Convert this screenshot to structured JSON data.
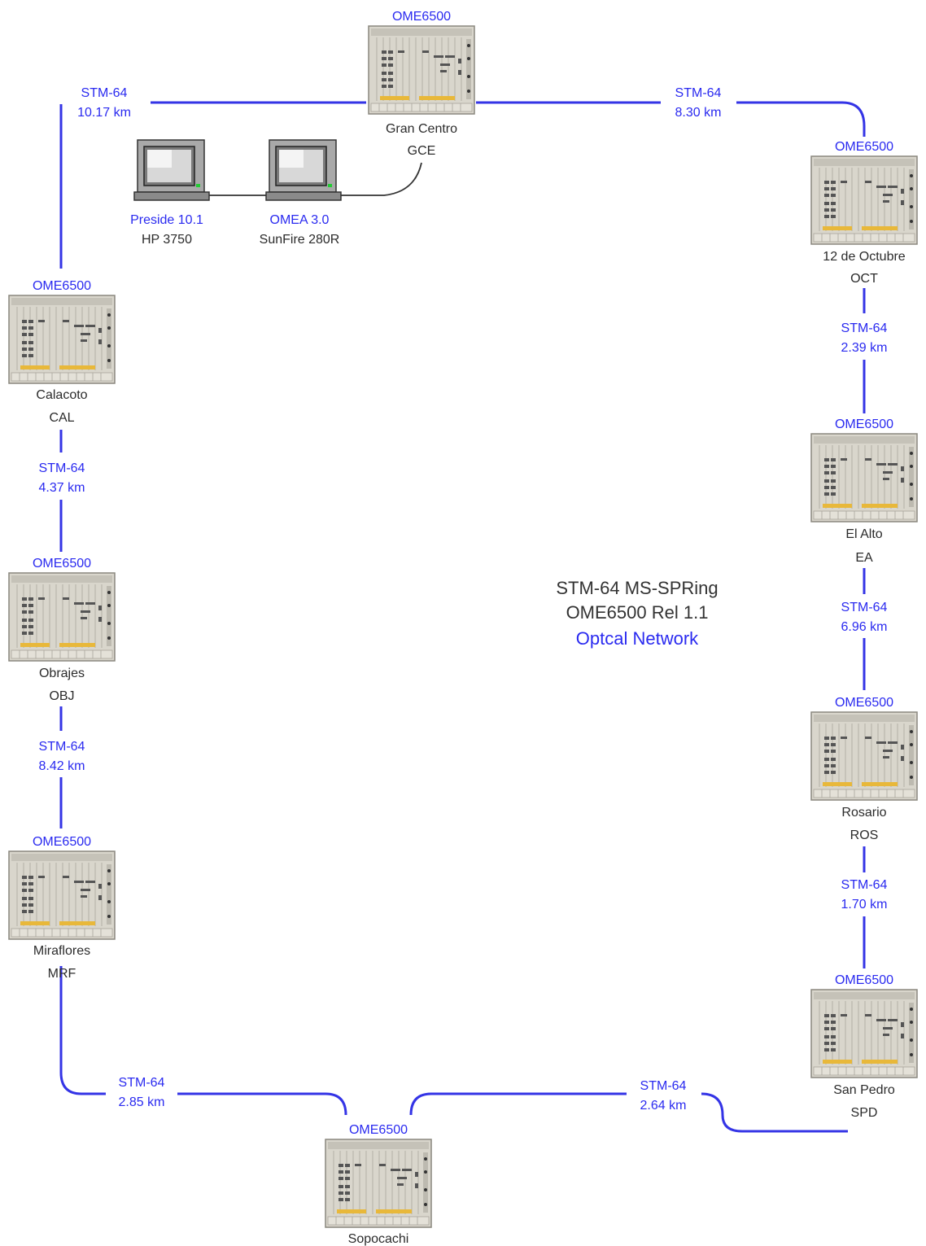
{
  "colors": {
    "link": "#3434e6",
    "label_blue": "#2a2af0",
    "text": "#2b2b2b",
    "chassis": "#d9d6cc",
    "slot_accent": "#e8b83a"
  },
  "title": {
    "line1": "STM-64 MS-SPRing",
    "line2": "OME6500 Rel 1.1",
    "line3": "Optcal Network"
  },
  "nodes": {
    "gce": {
      "model": "OME6500",
      "name": "Gran Centro",
      "code": "GCE"
    },
    "oct": {
      "model": "OME6500",
      "name": "12 de Octubre",
      "code": "OCT"
    },
    "ea": {
      "model": "OME6500",
      "name": "El Alto",
      "code": "EA"
    },
    "ros": {
      "model": "OME6500",
      "name": "Rosario",
      "code": "ROS"
    },
    "spd": {
      "model": "OME6500",
      "name": "San Pedro",
      "code": "SPD"
    },
    "sop": {
      "model": "OME6500",
      "name": "Sopocachi"
    },
    "mrf": {
      "model": "OME6500",
      "name": "Miraflores",
      "code": "MRF"
    },
    "obj": {
      "model": "OME6500",
      "name": "Obrajes",
      "code": "OBJ"
    },
    "cal": {
      "model": "OME6500",
      "name": "Calacoto",
      "code": "CAL"
    }
  },
  "links": {
    "gce_oct": {
      "type": "STM-64",
      "distance": "8.30 km"
    },
    "oct_ea": {
      "type": "STM-64",
      "distance": "2.39 km"
    },
    "ea_ros": {
      "type": "STM-64",
      "distance": "6.96 km"
    },
    "ros_spd": {
      "type": "STM-64",
      "distance": "1.70 km"
    },
    "spd_sop": {
      "type": "STM-64",
      "distance": "2.64 km"
    },
    "sop_mrf": {
      "type": "STM-64",
      "distance": "2.85 km"
    },
    "mrf_obj": {
      "type": "STM-64",
      "distance": "8.42 km"
    },
    "obj_cal": {
      "type": "STM-64",
      "distance": "4.37 km"
    },
    "cal_gce": {
      "type": "STM-64",
      "distance": "10.17 km"
    }
  },
  "workstations": {
    "preside": {
      "app": "Preside 10.1",
      "host": "HP 3750",
      "icon": "computer-icon"
    },
    "omea": {
      "app": "OMEA 3.0",
      "host": "SunFire 280R",
      "icon": "computer-icon"
    }
  }
}
